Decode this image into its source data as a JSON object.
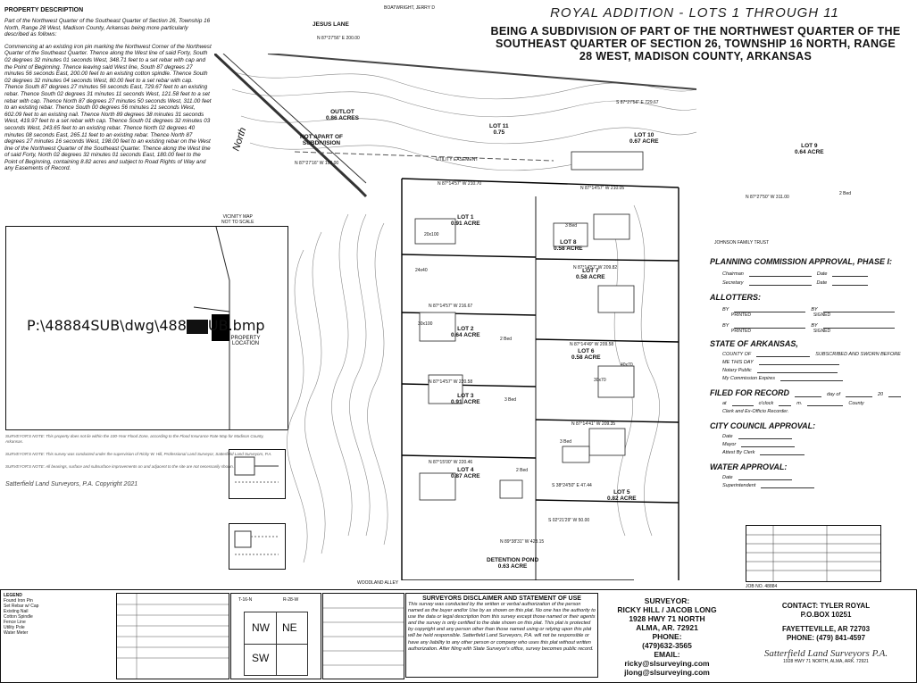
{
  "title": {
    "main": "ROYAL ADDITION - LOTS 1 THROUGH 11",
    "subtitle": "BEING A SUBDIVISION OF PART OF THE NORTHWEST QUARTER OF THE SOUTHEAST QUARTER OF SECTION 26, TOWNSHIP 16 NORTH, RANGE 28 WEST, MADISON COUNTY, ARKANSAS"
  },
  "description": {
    "heading": "PROPERTY DESCRIPTION",
    "para1": "Part of the Northwest Quarter of the Southeast Quarter of Section 26, Township 16 North, Range 28 West, Madison County, Arkansas being more particularly described as follows:",
    "para2": "Commencing at an existing iron pin marking the Northwest Corner of the Northwest Quarter of the Southeast Quarter. Thence along the West line of said Forty, South 02 degrees 32 minutes 01 seconds West, 348.71 feet to a set rebar with cap and the Point of Beginning. Thence leaving said West line, South 87 degrees 27 minutes 56 seconds East, 200.00 feet to an existing cotton spindle. Thence South 02 degrees 32 minutes 04 seconds West, 80.00 feet to a set rebar with cap. Thence South 87 degrees 27 minutes 56 seconds East, 729.67 feet to an existing rebar. Thence South 02 degrees 31 minutes 11 seconds West, 121.58 feet to a set rebar with cap. Thence North 87 degrees 27 minutes 50 seconds West, 311.00 feet to an existing rebar. Thence South 00 degrees 56 minutes 21 seconds West, 602.09 feet to an existing nail. Thence North 89 degrees 38 minutes 31 seconds West, 419.97 feet to a set rebar with cap. Thence South 01 degrees 32 minutes 03 seconds West, 243.65 feet to an existing rebar. Thence North 02 degrees 40 minutes 08 seconds East, 265.11 feet to an existing rebar. Thence North 87 degrees 27 minutes 16 seconds West, 198.00 feet to an existing rebar on the West line of the Northwest Quarter of the Southeast Quarter. Thence along the West line of said Forty, North 02 degrees 32 minutes 01 seconds East, 180.00 feet to the Point of Beginning, containing 8.82 acres and subject to Road Rights of Way and any Easements of Record."
  },
  "vicinity": {
    "label": "VICINITY MAP",
    "scale": "NOT TO SCALE",
    "path": "P:\\48884SUB\\dwg\\488",
    "path_end": "UB.bmp",
    "property_location": "PROPERTY LOCATION"
  },
  "notes": [
    "SURVEYOR'S NOTE: This property does not lie within the 100-Year Flood Zone, according to the Flood Insurance Rate Map for Madison County, Arkansas.",
    "SURVEYOR'S NOTE: This survey was conducted under the supervision of Ricky W. Hill, Professional Land Surveyor, Satterfield Land Surveyors, P.A.",
    "SURVEYOR'S NOTE: All bearings, surface and subsurface improvements on and adjacent to the site are not necessarily shown.",
    "Satterfield Land Surveyors, P.A. Copyright 2021"
  ],
  "plat": {
    "north": "North",
    "roads": [
      "JESUS LANE",
      "BOATWRIGHT, JERRY D",
      "WOODLAND ALLEY"
    ],
    "lots": [
      {
        "name": "LOT 1",
        "area": "0.91 ACRE"
      },
      {
        "name": "LOT 2",
        "area": "0.64 ACRE"
      },
      {
        "name": "LOT 3",
        "area": "0.91 ACRE"
      },
      {
        "name": "LOT 4",
        "area": "0.87 ACRE"
      },
      {
        "name": "LOT 5",
        "area": "0.82 ACRE"
      },
      {
        "name": "LOT 6",
        "area": "0.58 ACRE"
      },
      {
        "name": "LOT 7",
        "area": "0.58 ACRE"
      },
      {
        "name": "LOT 8",
        "area": "0.58 ACRE"
      },
      {
        "name": "LOT 9",
        "area": "0.64 ACRE"
      },
      {
        "name": "LOT 10",
        "area": "0.67 ACRE"
      },
      {
        "name": "LOT 11",
        "area": "0.75"
      }
    ],
    "outlot": {
      "name": "OUTLOT",
      "area": "0.86 ACRES"
    },
    "not_apart": "NOT APART OF SUBDIVISION",
    "detention": {
      "name": "DETENTION POND",
      "area": "0.63 ACRE"
    },
    "easement": "UTILITY EASEMENT",
    "bearings": [
      "N 87°27'56\" E 200.00",
      "S 87°27'56\" E 729.67",
      "N 87°27'16\" W 198.00",
      "N 87°27'50\" W 311.00",
      "N 87°14'57\" W 210.70",
      "N 87°14'57\" W 210.05",
      "N 87°14'57\" W 216.67",
      "N 87°14'57\" W 209.82",
      "N 87°14'49\" W 209.58",
      "N 87°14'57\" W 220.58",
      "N 87°14'41\" W 209.35",
      "N 87°15'00\" W 220.46",
      "N 89°38'31\" W 423.15",
      "S 38°24'50\" E 47.44",
      "S 02°21'29\" W 50.00"
    ],
    "structures": [
      "20x100",
      "30x100",
      "40x70",
      "30x70",
      "24x40"
    ],
    "beds": [
      "3 Bed",
      "2 Bed",
      "3 Bed",
      "3 Bed",
      "2 Bed",
      "2 Bed"
    ],
    "adjacent": "JOHNSON FAMILY TRUST"
  },
  "approvals": {
    "planning": {
      "title": "PLANNING COMMISSION APPROVAL, PHASE I:",
      "chairman": "Chairman",
      "secretary": "Secretary",
      "date": "Date"
    },
    "allotters": {
      "title": "ALLOTTERS:",
      "by": "BY",
      "printed": "PRINTED",
      "signed": "SIGNED"
    },
    "state": {
      "title": "STATE OF ARKANSAS,",
      "county": "COUNTY OF",
      "subscribed": "SUBSCRIBED AND SWORN BEFORE",
      "me": "ME THIS DAY",
      "notary": "Notary Public",
      "expires": "My Commission Expires"
    },
    "filed": {
      "title": "FILED FOR RECORD",
      "day": "day of",
      "year": "20",
      "at": "at",
      "oclock": "o'clock",
      "m": "m.",
      "county": "County",
      "clerk": "Clerk and Ex-Officio Recorder."
    },
    "council": {
      "title": "CITY COUNCIL APPROVAL:",
      "date": "Date",
      "mayor": "Mayor",
      "attest": "Attest By Clerk"
    },
    "water": {
      "title": "WATER APPROVAL:",
      "date": "Date",
      "superintendent": "Superintendent"
    }
  },
  "legend": {
    "title": "LEGEND",
    "items": [
      "Found Iron Pin",
      "Set Rebar w/ Cap",
      "Existing Nail",
      "Cotton Spindle",
      "Fence Line",
      "Utility Pole",
      "Water Meter"
    ]
  },
  "quarters": {
    "nw": "NW",
    "ne": "NE",
    "sw": "SW",
    "label": "T-16-N",
    "range": "R-28-W"
  },
  "disclaimer": {
    "title": "SURVEYORS DISCLAIMER AND STATEMENT OF USE",
    "text": "This survey was conducted by the written or verbal authorization of the person named as the buyer and/or Use by as shown on this plat. No one has the authority to use the data or legal description from this survey except those named or their agents and the survey is only certified to the date shown on this plat. This plat is protected by copyright and any person other than those named using or relying upon this plat will be held responsible. Satterfield Land Surveyors, P.A. will not be responsible or have any liability to any other person or company who uses this plat without written authorization. After filing with State Surveyor's office, survey becomes public record."
  },
  "surveyor": {
    "title": "SURVEYOR:",
    "names": "RICKY HILL / JACOB LONG",
    "address1": "1928 HWY 71 NORTH",
    "address2": "ALMA, AR. 72921",
    "phone_label": "PHONE:",
    "phone": "(479)632-3565",
    "email_label": "EMAIL:",
    "email1": "ricky@slsurveying.com",
    "email2": "jlong@slsurveying.com"
  },
  "contact": {
    "line1": "CONTACT: TYLER ROYAL",
    "line2": "P.O.BOX 10251",
    "line3": "FAYETTEVILLE, AR 72703",
    "line4": "PHONE: (479) 841-4597"
  },
  "firm": {
    "name": "Satterfield Land Surveyors P.A.",
    "address": "1928 HWY 71 NORTH, ALMA, ARK. 72921"
  },
  "revision": {
    "job": "JOB NO. 48884"
  }
}
